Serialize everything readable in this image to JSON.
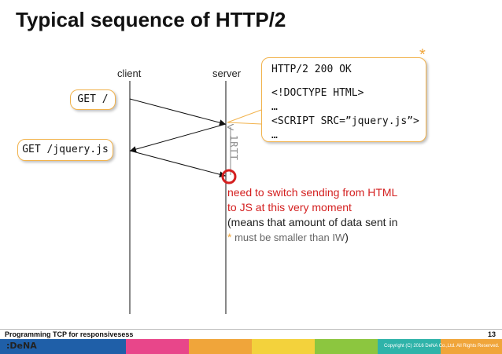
{
  "slide": {
    "title": "Typical sequence of HTTP/2",
    "client_label": "client",
    "server_label": "server",
    "get_root": "GET /",
    "get_js": "GET /jquery.js",
    "response_lines": [
      "HTTP/2 200 OK",
      "<!DOCTYPE HTML>",
      "…",
      "<SCRIPT SRC=”jquery.js”>",
      "…"
    ],
    "asterisk": "*",
    "rtt_label": "1RTT",
    "note": {
      "line1": "need to switch sending from HTML",
      "line2": "to JS at this very moment",
      "line3": "(means that amount of data sent in",
      "line4_star": "*",
      "line4_rest": " must be smaller than IW",
      "line4_close": ")"
    }
  },
  "footer": {
    "text": "Programming TCP for responsivesess",
    "page": "13",
    "brand": ":DeNA",
    "copyright": "Copyright (C) 2016 DeNA Co.,Ltd. All Rights Reserved."
  },
  "colors": {
    "callout_border": "#f2b34d",
    "accent_red": "#d42020",
    "accent_orange": "#f0a53a",
    "footer_segments": [
      "#1f5fa8",
      "#e8468a",
      "#f0a53a",
      "#f3d23c",
      "#8cc63f",
      "#2fb3a9",
      "#f0a53a"
    ]
  }
}
